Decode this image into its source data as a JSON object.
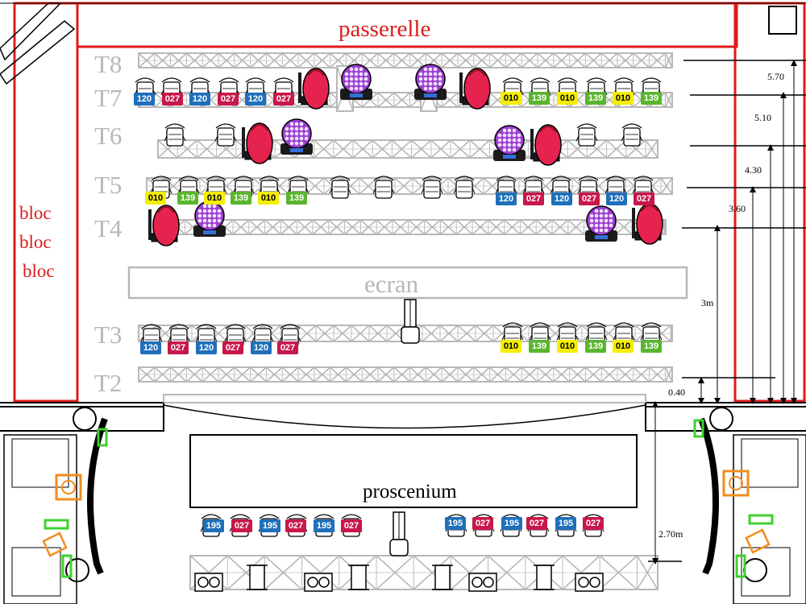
{
  "title": "passerelle",
  "side_label": [
    "bloc",
    "bloc",
    "bloc"
  ],
  "screen_label": "ecran",
  "proscenium_label": "proscenium",
  "trusses": [
    "T8",
    "T7",
    "T6",
    "T5",
    "T4",
    "T3",
    "T2"
  ],
  "dimensions": [
    "5.70",
    "5.10",
    "4.30",
    "3.60",
    "3m",
    "0.40",
    "2.70m"
  ],
  "gel_colors": {
    "120": {
      "bg": "#1f6fba",
      "fg": "#ffffff"
    },
    "027": {
      "bg": "#c8174a",
      "fg": "#ffffff"
    },
    "010": {
      "bg": "#f4ee00",
      "fg": "#000000"
    },
    "139": {
      "bg": "#5ab52e",
      "fg": "#ffffff"
    },
    "195": {
      "bg": "#1f6fba",
      "fg": "#ffffff"
    }
  },
  "gel_rows": [
    [
      "120",
      "027",
      "120",
      "027",
      "120",
      "027"
    ],
    [
      "010",
      "139",
      "010",
      "139",
      "010",
      "139"
    ],
    [
      "010",
      "139",
      "010",
      "139",
      "010",
      "139"
    ],
    [
      "120",
      "027",
      "120",
      "027",
      "120",
      "027"
    ],
    [
      "120",
      "027",
      "120",
      "027",
      "120",
      "027"
    ],
    [
      "010",
      "139",
      "010",
      "139",
      "010",
      "139"
    ],
    [
      "195",
      "027",
      "195",
      "027",
      "195",
      "027"
    ],
    [
      "195",
      "027",
      "195",
      "027",
      "195",
      "027"
    ]
  ],
  "colors": {
    "annotation_red": "#d81e1e",
    "truss_grey": "#b8b8b8",
    "spot_red": "#e5234e",
    "wash_purple": "#9d3fd1"
  }
}
